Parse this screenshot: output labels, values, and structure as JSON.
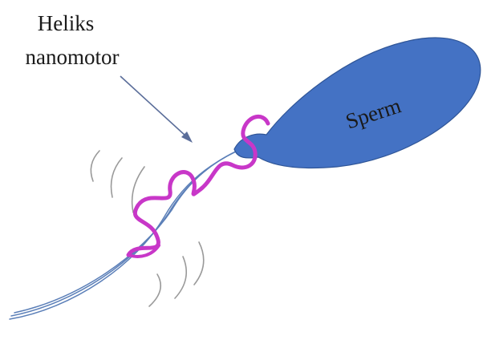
{
  "diagram": {
    "pointer_label": {
      "line1": "Heliks",
      "line2": "nanomotor"
    },
    "cell_label": "Sperm",
    "colors": {
      "sperm_fill": "#4472c4",
      "sperm_stroke": "#2f5597",
      "helix": "#c837c8",
      "tail": "#5b7fb8",
      "motion_lines": "#9a9a9a",
      "arrow": "#5b6e9a",
      "text": "#1a1a1a"
    }
  }
}
